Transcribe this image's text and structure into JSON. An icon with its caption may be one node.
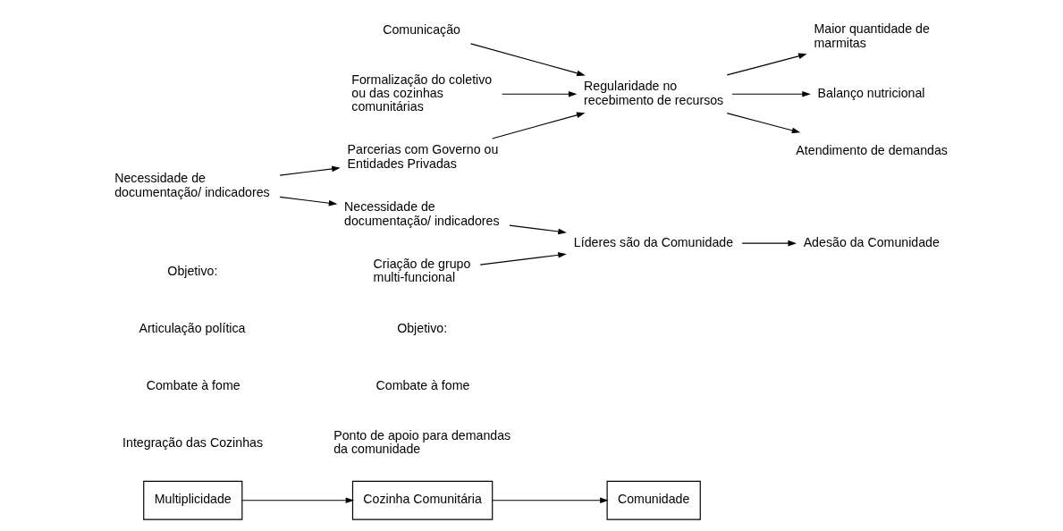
{
  "diagram": {
    "nodes": [
      {
        "text": [
          "Multiplicidade"
        ]
      },
      {
        "text": [
          "Cozinha Comunitária"
        ]
      },
      {
        "text": [
          "Comunidade"
        ]
      },
      {
        "text": [
          "Comunicação"
        ]
      },
      {
        "text": [
          "Formalização do coletivo ou das cozinhas comunitárias"
        ]
      },
      {
        "text": [
          "Parcerias com Governo ou Entidades Privadas"
        ]
      },
      {
        "text": [
          "Regularidade no recebimento de recursos"
        ]
      },
      {
        "text": [
          "Maior quantidade de marmitas"
        ]
      },
      {
        "text": [
          "Balanço nutricional"
        ]
      },
      {
        "text": [
          "Atendimento de demandas"
        ]
      },
      {
        "text": [
          "Necessidade de documentação/ indicadores"
        ]
      },
      {
        "text": [
          "Necessidade de documentação/ indicadores"
        ]
      },
      {
        "text": [
          "Líderes são da Comunidade"
        ]
      },
      {
        "text": [
          "Criação de grupo multi-funcional"
        ]
      },
      {
        "text": [
          "Adesão da Comunidade"
        ]
      }
    ],
    "edges": [
      {
        "from": 0,
        "to": 1,
        "arrow": "to"
      },
      {
        "from": 1,
        "to": 2,
        "arrow": "to"
      },
      {
        "from": 3,
        "to": 6,
        "arrow": "to"
      },
      {
        "from": 4,
        "to": 6,
        "arrow": "to"
      },
      {
        "from": 5,
        "to": 6,
        "arrow": "to"
      },
      {
        "from": 6,
        "to": 7,
        "arrow": "to"
      },
      {
        "from": 6,
        "to": 8,
        "arrow": "to"
      },
      {
        "from": 6,
        "to": 9,
        "arrow": "to"
      },
      {
        "from": 10,
        "to": 5,
        "arrow": "to"
      },
      {
        "from": 10,
        "to": 11,
        "arrow": "to"
      },
      {
        "from": 11,
        "to": 12,
        "arrow": "to"
      },
      {
        "from": 13,
        "to": 12,
        "arrow": "to"
      },
      {
        "from": 12,
        "to": 14,
        "arrow": "to"
      }
    ],
    "labels": [
      "Objetivo:",
      "Articulação política",
      "Combate à fome",
      "Integração das Cozinhas",
      "Objetivo:",
      "Combate à fome",
      "Ponto de apoio para demandas da comunidade"
    ]
  }
}
